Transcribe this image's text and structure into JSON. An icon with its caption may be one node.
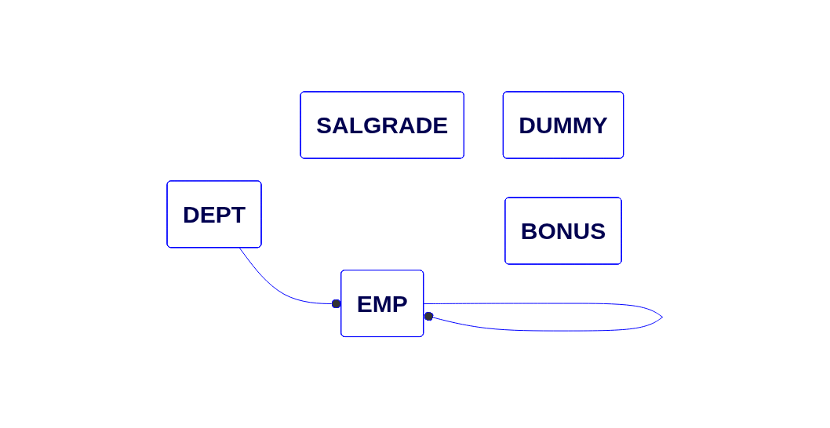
{
  "diagram": {
    "nodes": [
      {
        "text": [
          "DEPT"
        ]
      },
      {
        "text": [
          "EMP"
        ]
      },
      {
        "text": [
          "SALGRADE"
        ]
      },
      {
        "text": [
          "DUMMY"
        ]
      },
      {
        "text": [
          "BONUS"
        ]
      }
    ],
    "edges": [
      {
        "from": 0,
        "to": 1,
        "arrow": "other"
      },
      {
        "from": 1,
        "to": 1,
        "arrow": "other"
      }
    ]
  }
}
